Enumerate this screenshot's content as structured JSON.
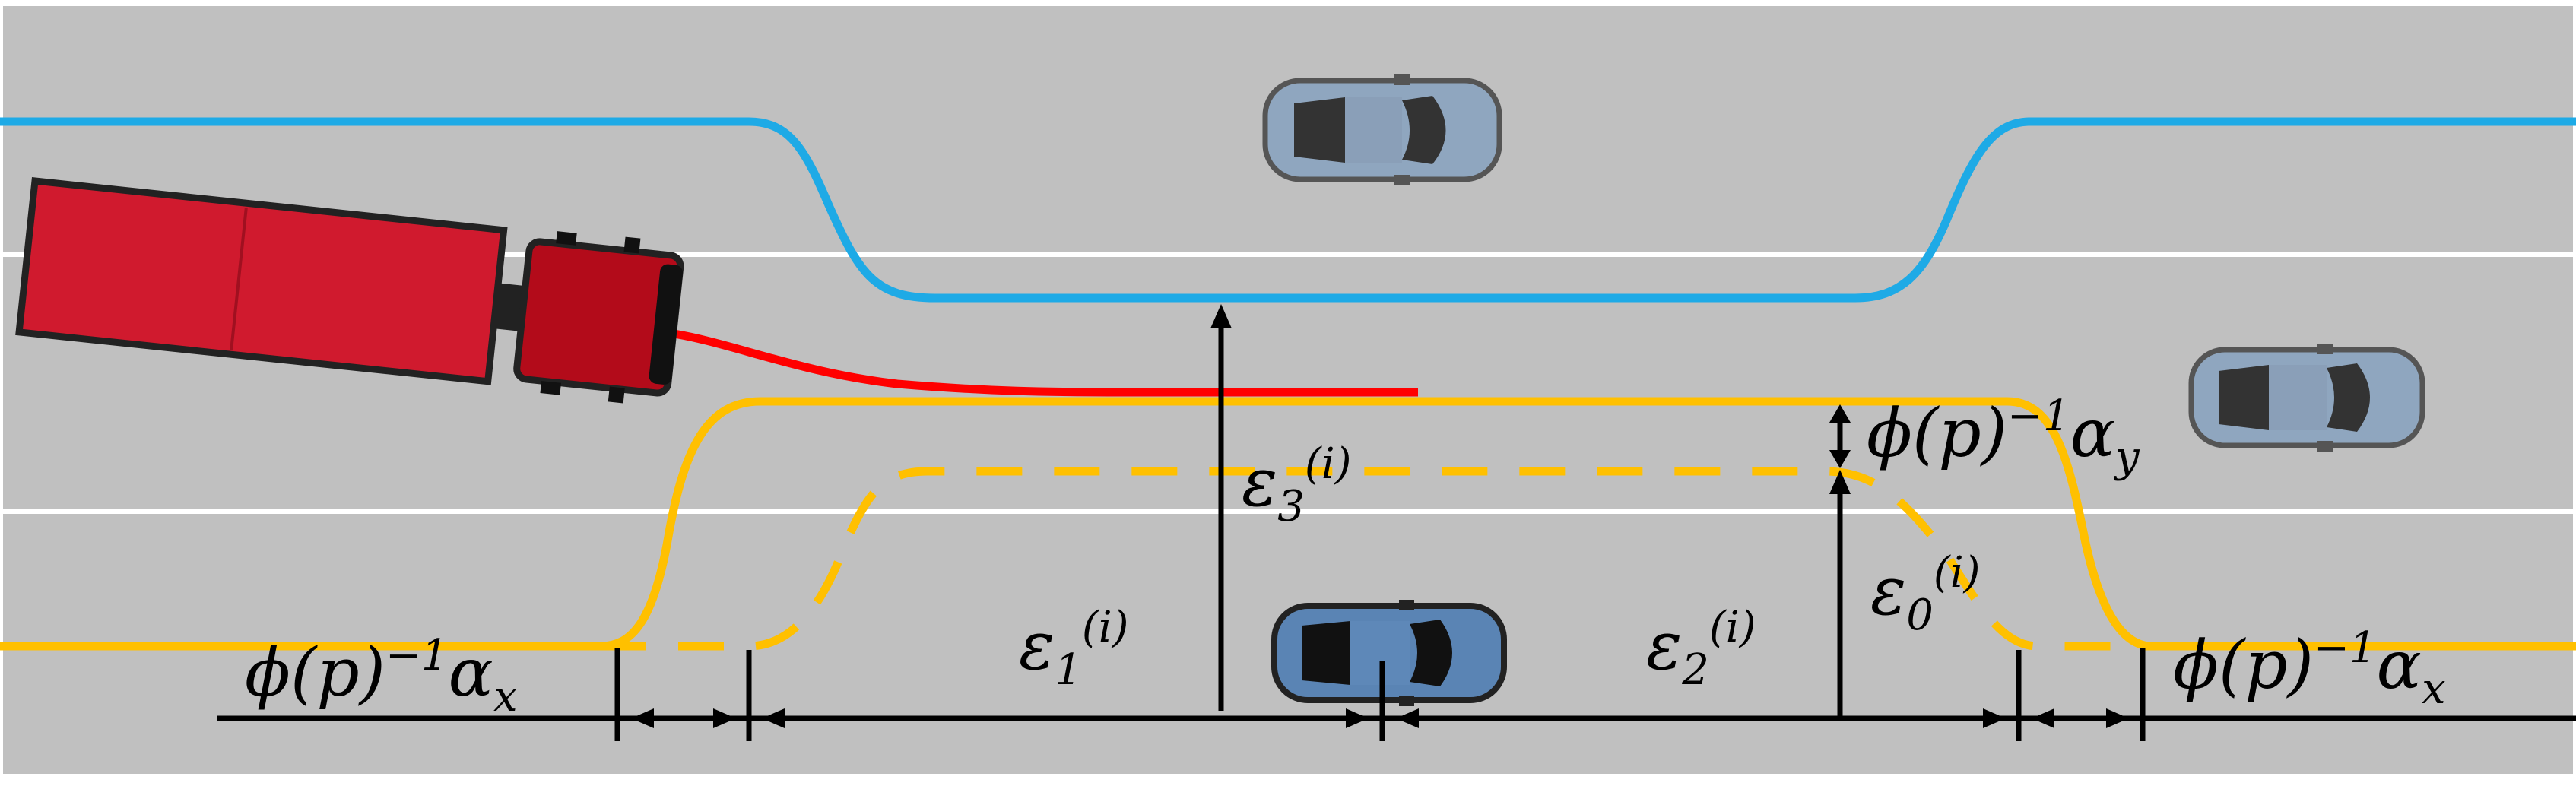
{
  "colors": {
    "road": "#c0c0c0",
    "lane_marking": "#ffffff",
    "blue_path": "#1eaae6",
    "orange_path": "#ffc000",
    "red_path": "#ff0000",
    "truck_body": "#d01a2e",
    "truck_cab": "#b30b1a",
    "car_grey": "#8fa6bf",
    "car_blue": "#5a84b4",
    "dimension_line": "#000000"
  },
  "labels": {
    "left_margin": {
      "base": "ϕ(p)",
      "exp": "−1",
      "tail": "α",
      "sub": "x"
    },
    "right_margin": {
      "base": "ϕ(p)",
      "exp": "−1",
      "tail": "α",
      "sub": "x"
    },
    "lateral_margin": {
      "base": "ϕ(p)",
      "exp": "−1",
      "tail": "α",
      "sub": "y"
    },
    "eps1": {
      "base": "ε",
      "sub": "1",
      "sup": "(i)"
    },
    "eps2": {
      "base": "ε",
      "sub": "2",
      "sup": "(i)"
    },
    "eps3": {
      "base": "ε",
      "sub": "3",
      "sup": "(i)"
    },
    "eps0": {
      "base": "ε",
      "sub": "0",
      "sup": "(i)"
    }
  },
  "icons": [
    "truck-icon",
    "car-icon"
  ]
}
